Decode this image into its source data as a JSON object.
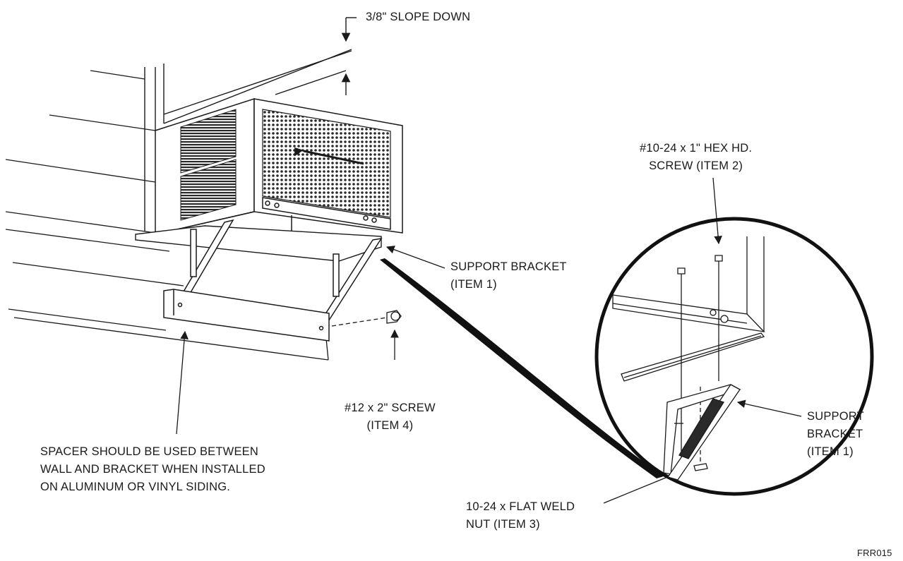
{
  "labels": {
    "slope": "3/8\" SLOPE DOWN",
    "hex_screw": [
      "#10-24 x 1\" HEX HD.",
      "SCREW (ITEM 2)"
    ],
    "support_bracket_main": [
      "SUPPORT BRACKET",
      "(ITEM 1)"
    ],
    "screw_item4": [
      "#12 x 2\" SCREW",
      "(ITEM 4)"
    ],
    "spacer_note": [
      "SPACER SHOULD BE USED BETWEEN",
      "WALL AND BRACKET WHEN INSTALLED",
      "ON ALUMINUM OR VINYL SIDING."
    ],
    "support_bracket_detail": [
      "SUPPORT",
      "BRACKET",
      "(ITEM 1)"
    ],
    "weld_nut": [
      "10-24 x FLAT WELD",
      "NUT (ITEM 3)"
    ],
    "figure_code": "FRR015"
  },
  "colors": {
    "ink": "#1a1a1a",
    "grille": "#3a3a3a",
    "background": "#ffffff"
  }
}
